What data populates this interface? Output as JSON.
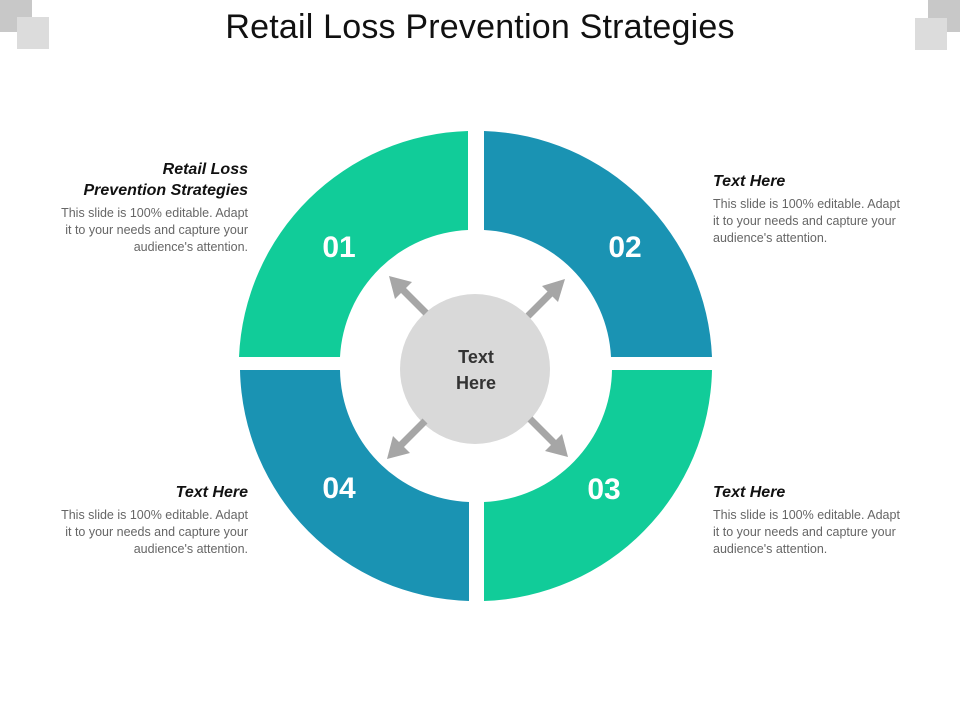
{
  "slide": {
    "title": "Retail Loss Prevention Strategies"
  },
  "center": {
    "line1": "Text",
    "line2": "Here"
  },
  "segments": [
    {
      "id": "01",
      "color": "#11cc99"
    },
    {
      "id": "02",
      "color": "#1a93b3"
    },
    {
      "id": "03",
      "color": "#11cc99"
    },
    {
      "id": "04",
      "color": "#1a93b3"
    }
  ],
  "colors": {
    "teal": "#1a93b3",
    "green": "#11cc99",
    "center_circle": "#d9d9d9",
    "arrow": "#a6a6a6"
  },
  "blocks": {
    "tl": {
      "head1": "Retail Loss",
      "head2": "Prevention Strategies",
      "line1": "This slide is 100% editable. Adapt",
      "line2": "it to your needs and capture your",
      "line3": "audience's attention."
    },
    "tr": {
      "head1": "Text Here",
      "line1": "This slide is 100% editable. Adapt",
      "line2": "it to your needs and capture your",
      "line3": "audience's attention."
    },
    "bl": {
      "head1": "Text Here",
      "line1": "This slide is 100% editable. Adapt",
      "line2": "it to your needs and capture your",
      "line3": "audience's attention."
    },
    "br": {
      "head1": "Text Here",
      "line1": "This slide is 100% editable. Adapt",
      "line2": "it to your needs and capture your",
      "line3": "audience's attention."
    }
  }
}
